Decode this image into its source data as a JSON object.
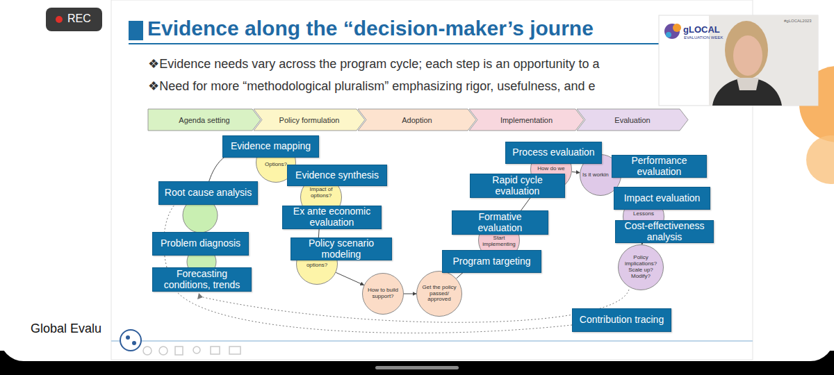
{
  "diagram": {
    "title": "Evidence along the “decision-maker’s journe",
    "nodes": [
      {
        "text": [
          "Agenda setting"
        ]
      },
      {
        "text": [
          "Policy formulation"
        ]
      },
      {
        "text": [
          "Adoption"
        ]
      },
      {
        "text": [
          "Implementation"
        ]
      },
      {
        "text": [
          "Evaluation"
        ]
      },
      {
        "text": [
          "Evidence mapping"
        ]
      },
      {
        "text": [
          "Options?"
        ]
      },
      {
        "text": [
          "Root cause analysis"
        ]
      },
      {
        "text": [
          "Evidence synthesis"
        ]
      },
      {
        "text": [
          "Impact of options?"
        ]
      },
      {
        "text": [
          "Ex ante economic evaluation"
        ]
      },
      {
        "text": [
          "Problem diagnosis"
        ]
      },
      {
        "text": [
          "Policy scenario modeling"
        ]
      },
      {
        "text": [
          "options?"
        ]
      },
      {
        "text": [
          "Forecasting conditions, trends"
        ]
      },
      {
        "text": [
          "How to build support?"
        ]
      },
      {
        "text": [
          "Get the policy passed/ approved"
        ]
      },
      {
        "text": [
          "Process evaluation"
        ]
      },
      {
        "text": [
          "How do we"
        ]
      },
      {
        "text": [
          "Performance evaluation"
        ]
      },
      {
        "text": [
          "Is it workin"
        ]
      },
      {
        "text": [
          "Rapid cycle evaluation"
        ]
      },
      {
        "text": [
          "Impact evaluation"
        ]
      },
      {
        "text": [
          "Lessons"
        ]
      },
      {
        "text": [
          "Formative evaluation"
        ]
      },
      {
        "text": [
          "Cost-effectiveness analysis"
        ]
      },
      {
        "text": [
          "Start implementing"
        ]
      },
      {
        "text": [
          "Program targeting"
        ]
      },
      {
        "text": [
          "Policy implications? Scale up? Modify?"
        ]
      },
      {
        "text": [
          "Contribution tracing"
        ]
      }
    ],
    "edges": [
      {
        "from": 6,
        "to": 9,
        "arrow": "to"
      },
      {
        "from": 9,
        "to": 13,
        "arrow": "to"
      },
      {
        "from": 13,
        "to": 15,
        "arrow": "to"
      },
      {
        "from": 15,
        "to": 16,
        "arrow": "to"
      },
      {
        "from": 16,
        "to": 26,
        "arrow": "to"
      },
      {
        "from": 26,
        "to": 18,
        "arrow": "to"
      },
      {
        "from": 18,
        "to": 20,
        "arrow": "to"
      },
      {
        "from": 20,
        "to": 23,
        "arrow": "to"
      },
      {
        "from": 23,
        "to": 28,
        "arrow": "to"
      }
    ],
    "labels": [
      "REC",
      "❖Evidence needs vary across the program cycle; each step is an opportunity to a",
      "❖Need for more “methodological pluralism” emphasizing rigor, usefulness, and e",
      "gLOCAL",
      "EVALUATION WEEK",
      "#gLOCAL2023",
      "Global Evalu"
    ]
  }
}
